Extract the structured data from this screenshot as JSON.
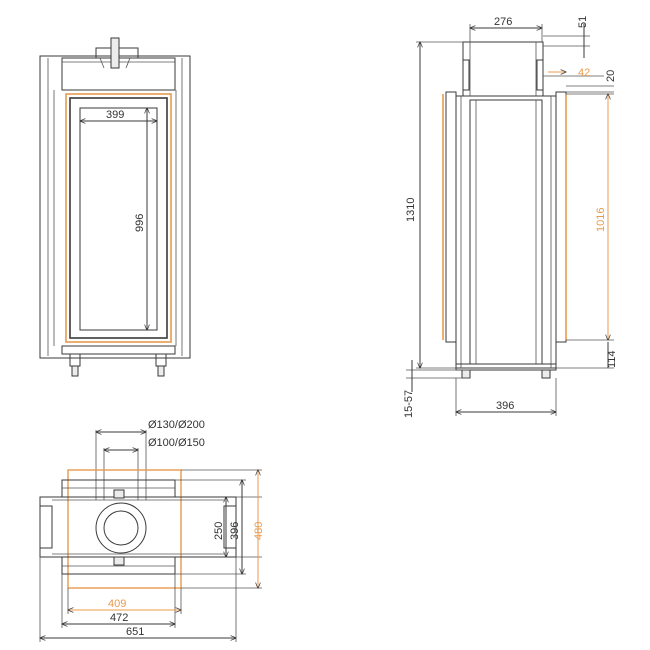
{
  "colors": {
    "line": "#3a3a3a",
    "accent": "#e89a4e",
    "text": "#333333"
  },
  "front_view": {
    "width_label": "399",
    "height_label": "996"
  },
  "side_view": {
    "top_width": "276",
    "top_height": "51",
    "ledge": "42",
    "gap": "20",
    "total_height": "1310",
    "glass_height": "1016",
    "bottom_clear": "114",
    "foot_range": "15-57",
    "depth": "396"
  },
  "top_view": {
    "flue_outer": "Ø130/Ø200",
    "flue_inner": "Ø100/Ø150",
    "depth_inner": "250",
    "depth_mid": "396",
    "depth_outer": "480",
    "width_inner": "409",
    "width_mid": "472",
    "width_outer": "651"
  }
}
